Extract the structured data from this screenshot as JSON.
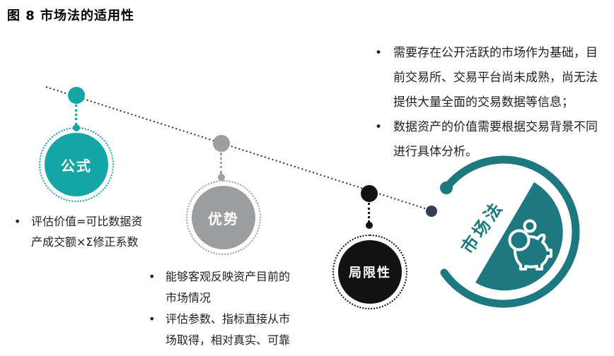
{
  "title": "图 8 市场法的适用性",
  "palette": {
    "teal": "#14a5a5",
    "dark_teal": "#1e7880",
    "gray": "#9c9ea0",
    "black": "#121212",
    "slate_end_dot": "#333f4d",
    "timeline_line": "#2b2b2b",
    "text": "#1f1f1f"
  },
  "bullet_char": "•",
  "timeline_nodes": [
    {
      "id": "formula",
      "label": "公式",
      "color": "#14a5a5"
    },
    {
      "id": "advantage",
      "label": "优势",
      "color": "#9c9ea0"
    },
    {
      "id": "limitation",
      "label": "局限性",
      "color": "#121212"
    }
  ],
  "market_circle": {
    "label": "市场法",
    "icon": "piggy-bank",
    "color": "#1e7880"
  },
  "notes": {
    "formula": {
      "items": [
        "评估价值=可比数据资\n产成交额×Σ修正系数"
      ]
    },
    "advantages": {
      "items": [
        "能够客观反映资产目前的\n市场情况",
        "评估参数、指标直接从市\n场取得，相对真实、可靠"
      ]
    },
    "limitations": {
      "items": [
        "需要存在公开活跃的市场作为基础，目\n前交易所、交易平台尚未成熟，尚无法\n提供大量全面的交易数据等信息；",
        "数据资产的价值需要根据交易背景不同\n进行具体分析。"
      ]
    }
  }
}
